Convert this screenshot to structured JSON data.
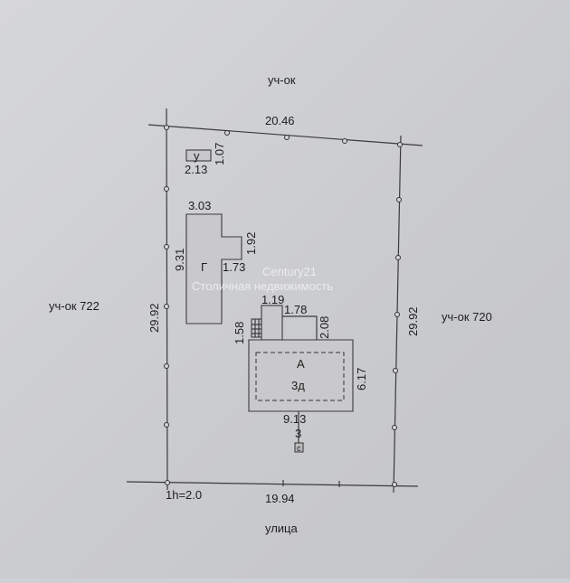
{
  "labels": {
    "north": "уч-ок",
    "south": "улица",
    "west": "уч-ок 722",
    "east": "уч-ок 720"
  },
  "boundary": {
    "top": "20.46",
    "bottom": "19.94",
    "left": "29.92",
    "right": "29.92",
    "height_mark": "1h=2.0"
  },
  "shed": {
    "letter": "у",
    "width": "2.13",
    "depth": "1.07"
  },
  "garage": {
    "letter": "Г",
    "width": "3.03",
    "length": "9.31",
    "ext_length": "1.92",
    "ext_width": "1.73"
  },
  "house": {
    "letter": "А",
    "floors": "3д",
    "width": "9.13",
    "depth": "6.17",
    "porch_width": "1.19",
    "porch_depth": "1.58",
    "terrace_width": "1.78",
    "terrace_depth": "2.08",
    "setback": "3",
    "utility": "с"
  },
  "watermark": {
    "line1": "Century21",
    "line2": "Столичная недвижимость"
  }
}
